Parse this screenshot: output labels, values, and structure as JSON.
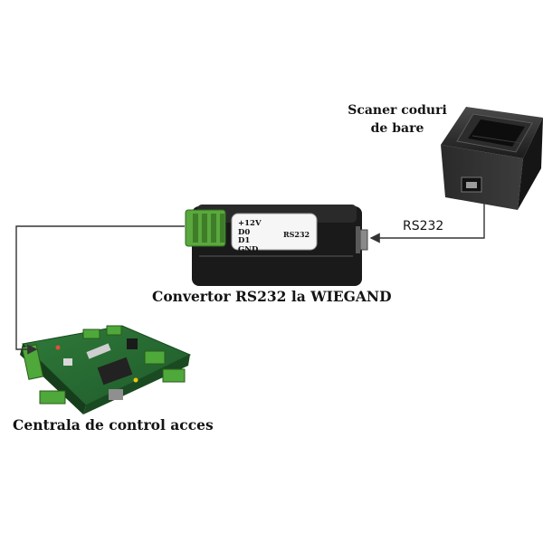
{
  "labels": {
    "scanner": "Scaner coduri de bare",
    "converter": "Convertor RS232 la WIEGAND",
    "panel": "Centrala de control acces",
    "link": "RS232"
  },
  "converter_face": {
    "pins": [
      "+12V",
      "D0",
      "D1",
      "GND"
    ],
    "port": "RS232"
  }
}
